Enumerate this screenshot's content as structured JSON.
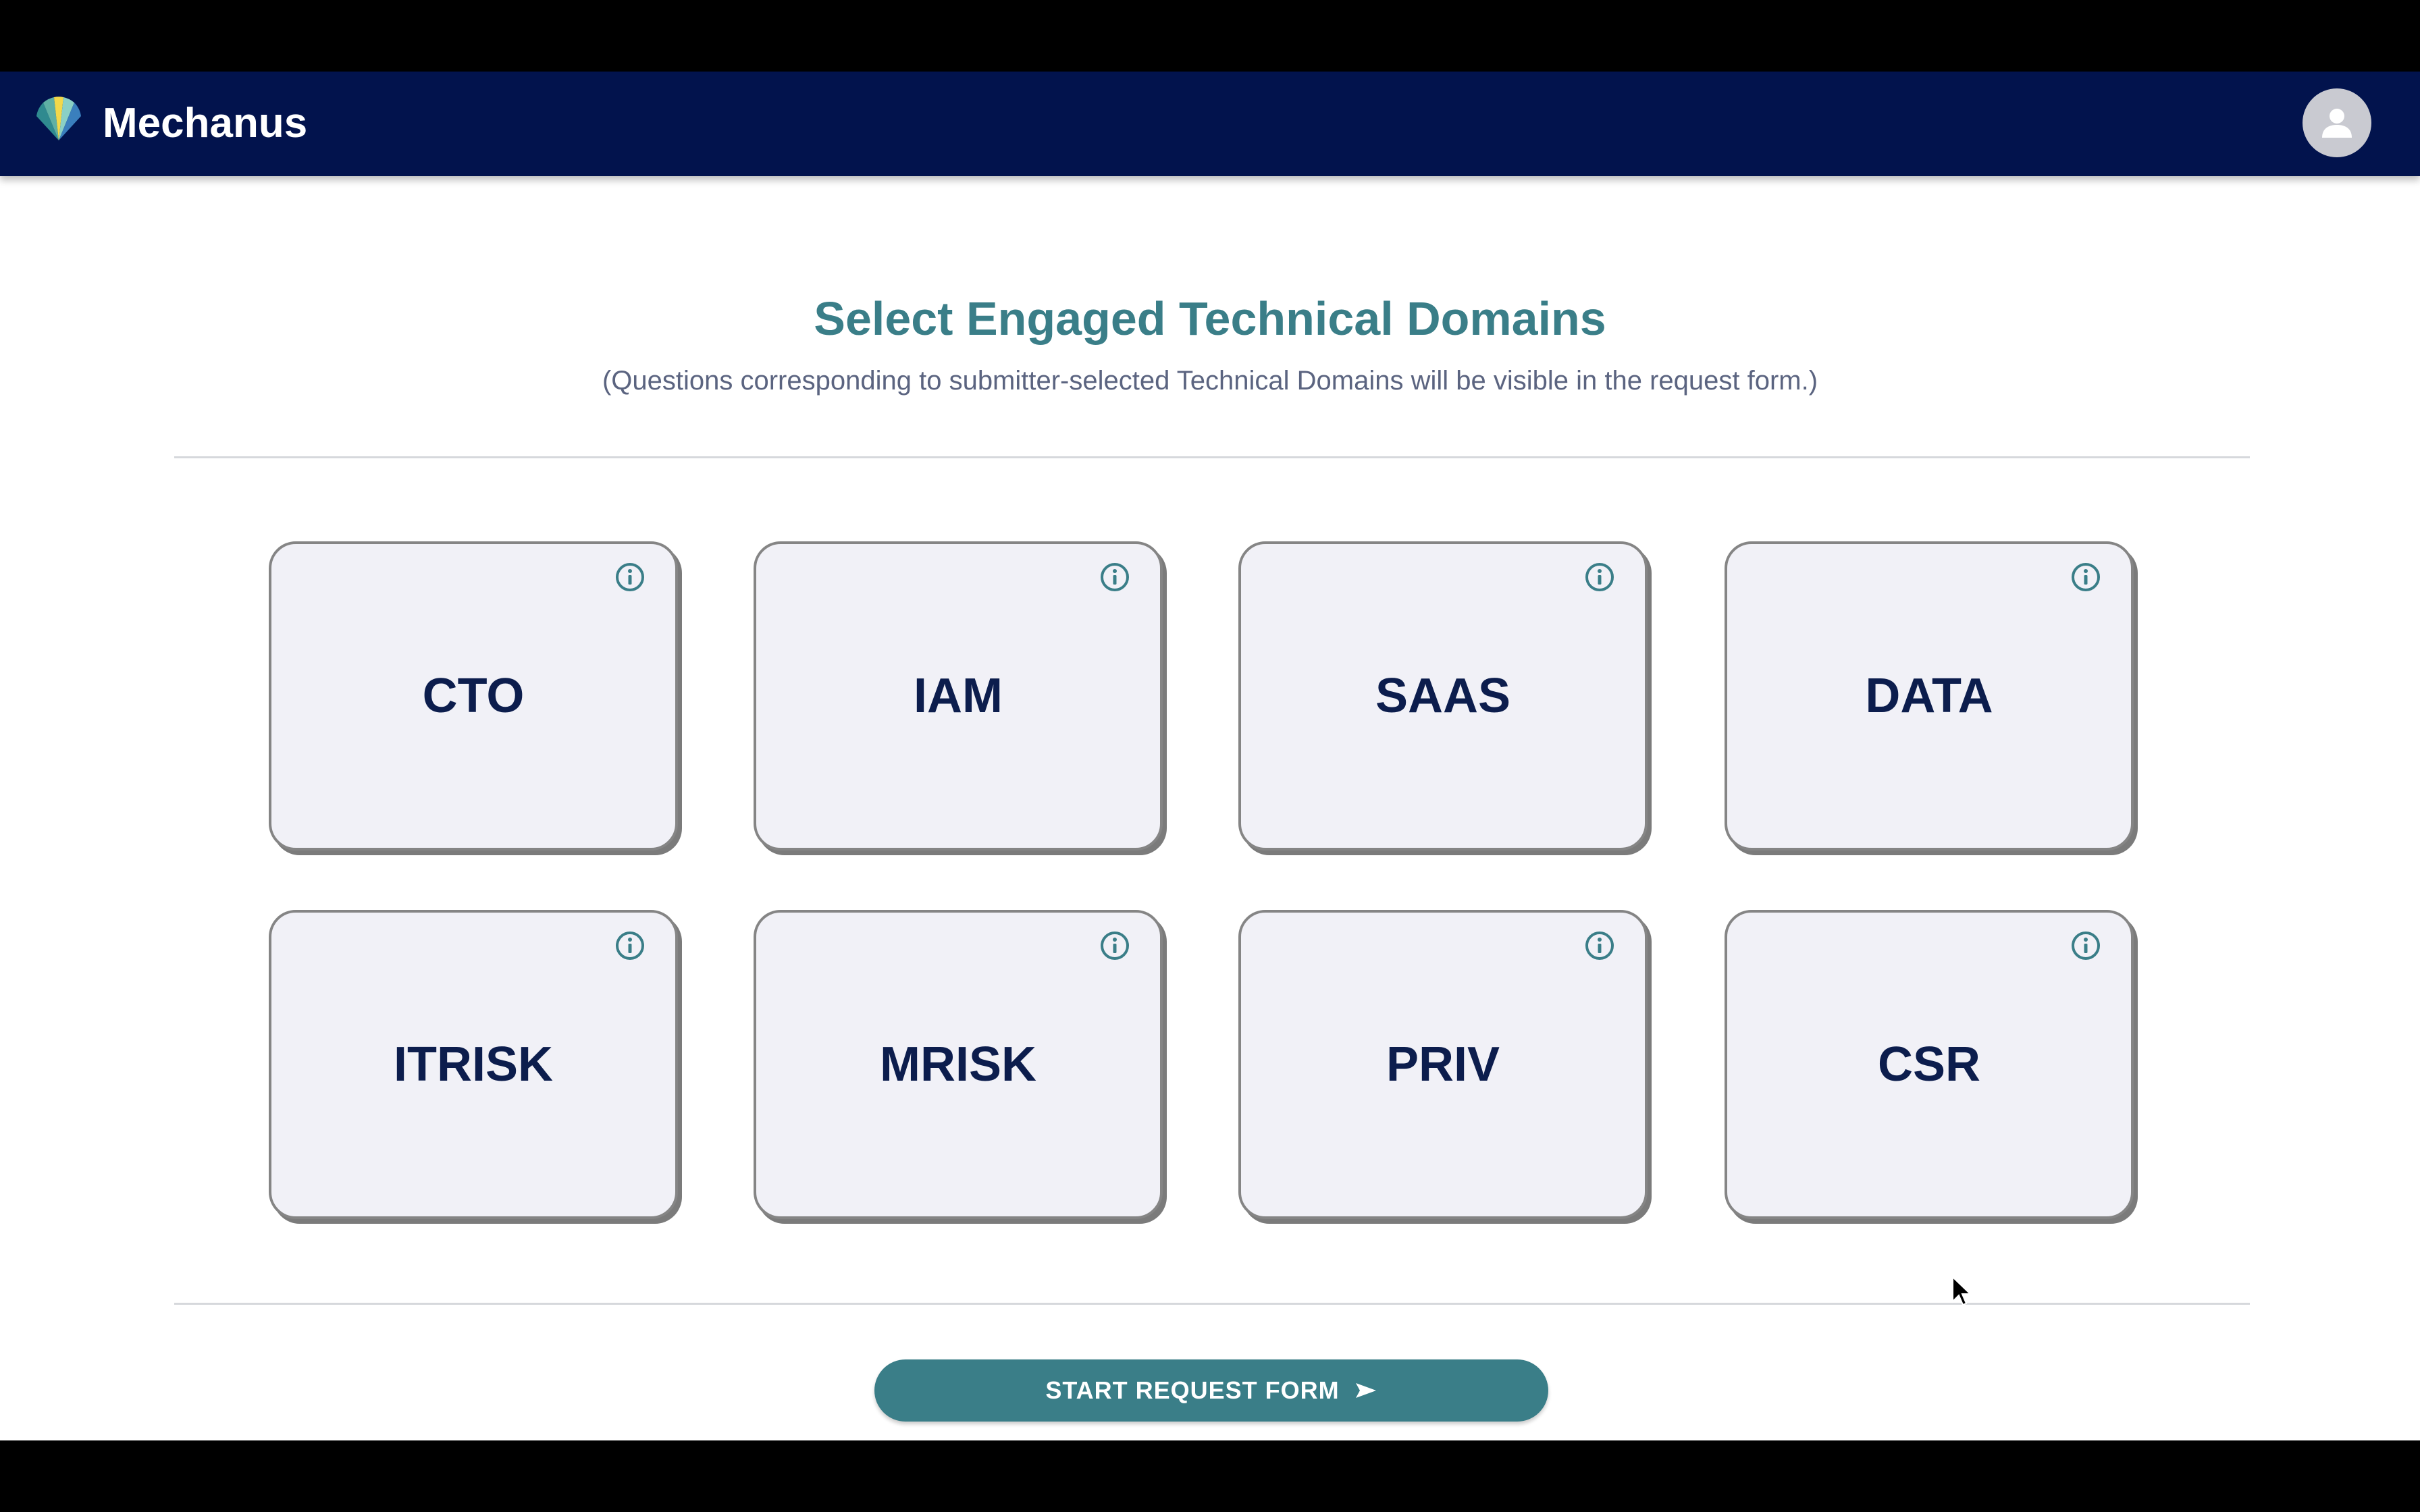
{
  "header": {
    "brand": "Mechanus",
    "logo_icon": "mechanus-logo-icon",
    "avatar_icon": "user-avatar-icon"
  },
  "main": {
    "title": "Select Engaged Technical Domains",
    "subtitle": "(Questions corresponding to submitter-selected Technical Domains will be visible in the request form.)",
    "domains": [
      {
        "label": "CTO",
        "icon": "info-icon"
      },
      {
        "label": "IAM",
        "icon": "info-icon"
      },
      {
        "label": "SAAS",
        "icon": "info-icon"
      },
      {
        "label": "DATA",
        "icon": "info-icon"
      },
      {
        "label": "ITRISK",
        "icon": "info-icon"
      },
      {
        "label": "MRISK",
        "icon": "info-icon"
      },
      {
        "label": "PRIV",
        "icon": "info-icon"
      },
      {
        "label": "CSR",
        "icon": "info-icon"
      }
    ],
    "start_button": "START REQUEST FORM",
    "start_button_icon": "send-arrow-icon"
  },
  "colors": {
    "navbar": "#02134d",
    "accent": "#3a7e88",
    "card_bg": "#f1f1f7",
    "card_text": "#0c1d4d"
  }
}
